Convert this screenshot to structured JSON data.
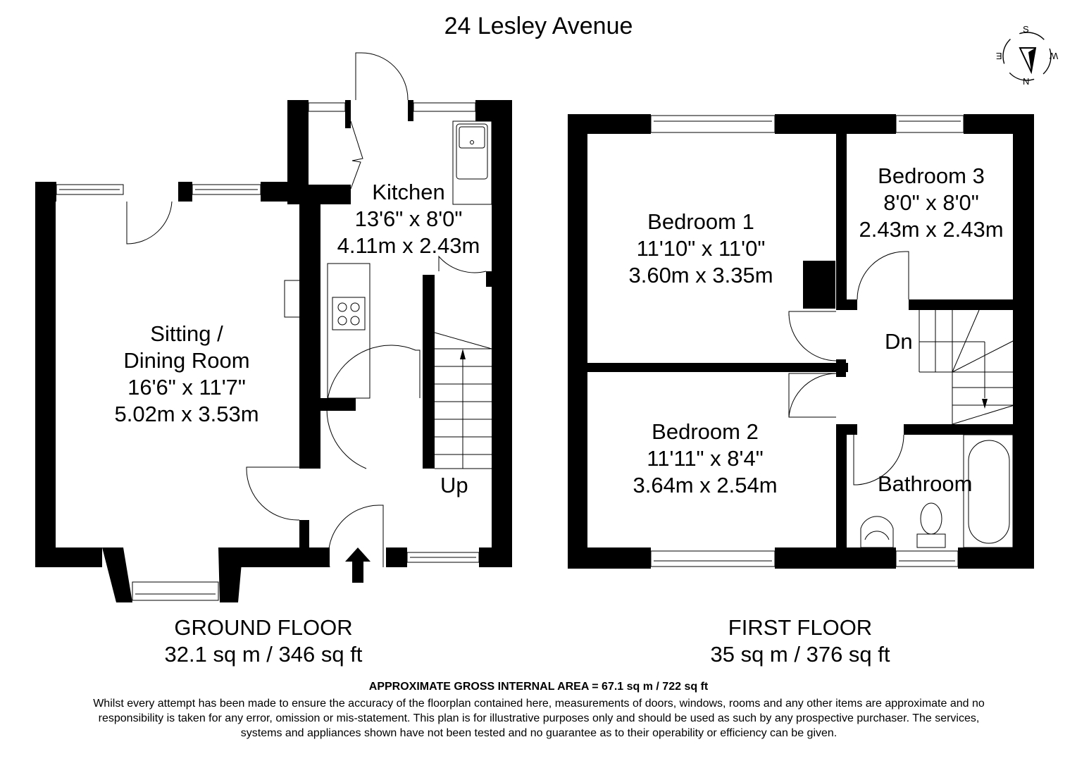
{
  "title": "24 Lesley Avenue",
  "compass": {
    "top": "S",
    "right": "W",
    "bottom": "N",
    "left": "E",
    "icon": "compass-icon"
  },
  "ground_floor": {
    "label": "GROUND FLOOR",
    "area": "32.1 sq m / 346 sq ft",
    "rooms": [
      {
        "name": "Kitchen",
        "imperial": "13'6\" x 8'0\"",
        "metric": "4.11m x 2.43m"
      },
      {
        "name_line1": "Sitting /",
        "name_line2": "Dining Room",
        "imperial": "16'6\" x 11'7\"",
        "metric": "5.02m x 3.53m"
      }
    ],
    "stairs_label": "Up",
    "entrance_icon": "entrance-arrow-icon"
  },
  "first_floor": {
    "label": "FIRST FLOOR",
    "area": "35 sq m / 376 sq ft",
    "rooms": [
      {
        "name": "Bedroom 1",
        "imperial": "11'10\" x 11'0\"",
        "metric": "3.60m x 3.35m"
      },
      {
        "name": "Bedroom 2",
        "imperial": "11'11\" x 8'4\"",
        "metric": "3.64m x 2.54m"
      },
      {
        "name": "Bedroom 3",
        "imperial": "8'0\" x 8'0\"",
        "metric": "2.43m x 2.43m"
      },
      {
        "name": "Bathroom"
      }
    ],
    "stairs_label": "Dn"
  },
  "footer": {
    "gross_internal_area": "APPROXIMATE GROSS INTERNAL AREA = 67.1 sq m / 722 sq ft",
    "disclaimer": "Whilst every attempt has been made to ensure the accuracy of the floorplan contained here, measurements of doors, windows, rooms and any other items are approximate and no responsibility is taken for any error, omission or mis-statement. This plan is for illustrative purposes only and should be used as such by any prospective purchaser. The services, systems and appliances shown have not been tested and no guarantee as to their operability or efficiency can be given."
  }
}
